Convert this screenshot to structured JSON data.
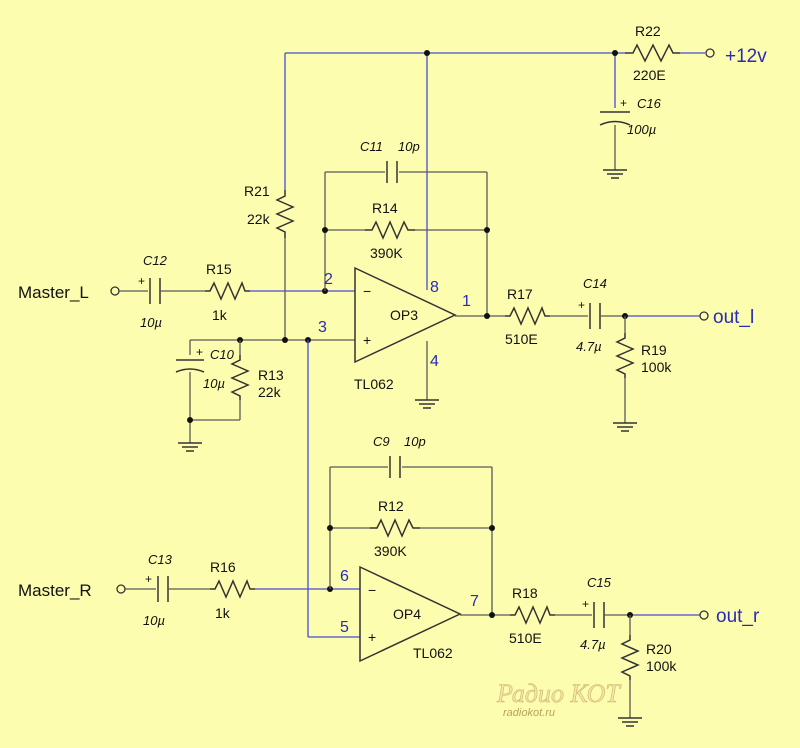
{
  "components": {
    "r21": {
      "name": "R21",
      "value": "22k"
    },
    "r14": {
      "name": "R14",
      "value": "390K"
    },
    "c11": {
      "name": "C11",
      "value": "10p"
    },
    "c12": {
      "name": "C12",
      "value": "10µ"
    },
    "r15": {
      "name": "R15",
      "value": "1k"
    },
    "c10": {
      "name": "C10",
      "value": "10µ"
    },
    "r13": {
      "name": "R13",
      "value": "22k"
    },
    "op3": {
      "name": "OP3",
      "part": "TL062"
    },
    "r17": {
      "name": "R17",
      "value": "510E"
    },
    "c14": {
      "name": "C14",
      "value": "4.7µ"
    },
    "r19": {
      "name": "R19",
      "value": "100k"
    },
    "r22": {
      "name": "R22",
      "value": "220E"
    },
    "c16": {
      "name": "C16",
      "value": "100µ"
    },
    "c9": {
      "name": "C9",
      "value": "10p"
    },
    "r12": {
      "name": "R12",
      "value": "390K"
    },
    "c13": {
      "name": "C13",
      "value": "10µ"
    },
    "r16": {
      "name": "R16",
      "value": "1k"
    },
    "op4": {
      "name": "OP4",
      "part": "TL062"
    },
    "r18": {
      "name": "R18",
      "value": "510E"
    },
    "c15": {
      "name": "C15",
      "value": "4.7µ"
    },
    "r20": {
      "name": "R20",
      "value": "100k"
    }
  },
  "pins": {
    "p1": "1",
    "p2": "2",
    "p3": "3",
    "p4": "4",
    "p5": "5",
    "p6": "6",
    "p7": "7",
    "p8": "8"
  },
  "nets": {
    "master_l": "Master_L",
    "master_r": "Master_R",
    "out_l": "out_l",
    "out_r": "out_r",
    "supply": "+12v"
  },
  "symbols": {
    "minus": "−",
    "plus": "+"
  },
  "watermark": {
    "title": "Радио КОТ",
    "url": "radiokot.ru"
  },
  "colors": {
    "background": "#fdfdaf",
    "accent_wire": "#4a4ad8",
    "pin_text": "#2a2ab8"
  }
}
